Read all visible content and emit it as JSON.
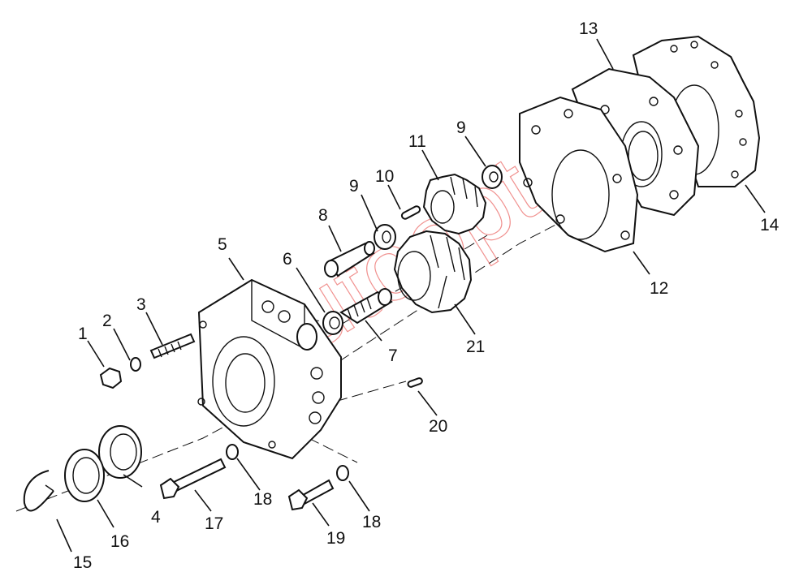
{
  "callouts": {
    "c1": "1",
    "c2": "2",
    "c3": "3",
    "c4": "4",
    "c5": "5",
    "c6": "6",
    "c7": "7",
    "c8": "8",
    "c9a": "9",
    "c9b": "9",
    "c10": "10",
    "c11": "11",
    "c12": "12",
    "c13": "13",
    "c14": "14",
    "c15": "15",
    "c16": "16",
    "c17": "17",
    "c18a": "18",
    "c18b": "18",
    "c19": "19",
    "c20": "20",
    "c21": "21"
  },
  "watermark": {
    "text": "autoopt"
  },
  "colors": {
    "line": "#111111",
    "background": "#ffffff",
    "watermark": "#e53935"
  }
}
